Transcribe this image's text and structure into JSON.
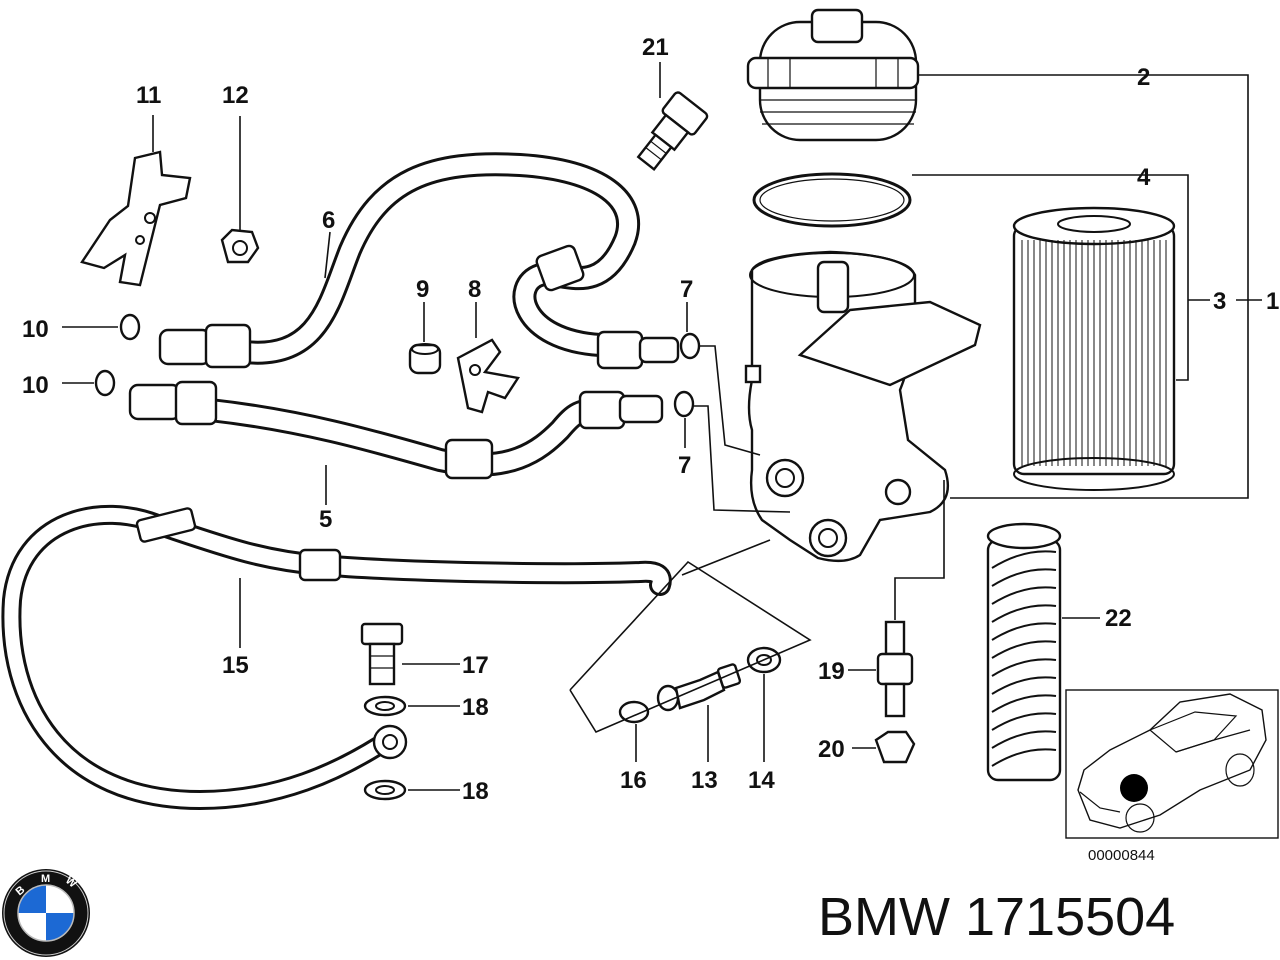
{
  "callouts": {
    "c1": "1",
    "c2": "2",
    "c3": "3",
    "c4": "4",
    "c5": "5",
    "c6": "6",
    "c7": "7",
    "c8": "8",
    "c9": "9",
    "c10": "10",
    "c11": "11",
    "c12": "12",
    "c13": "13",
    "c14": "14",
    "c15": "15",
    "c16": "16",
    "c17": "17",
    "c18": "18",
    "c19": "19",
    "c20": "20",
    "c21": "21",
    "c22": "22"
  },
  "inset_ref": "00000844",
  "title": "BMW 1715504",
  "logo": {
    "text": "BMW",
    "colors": {
      "blue": "#1c69d4",
      "white": "#ffffff",
      "ring": "#111111"
    }
  }
}
